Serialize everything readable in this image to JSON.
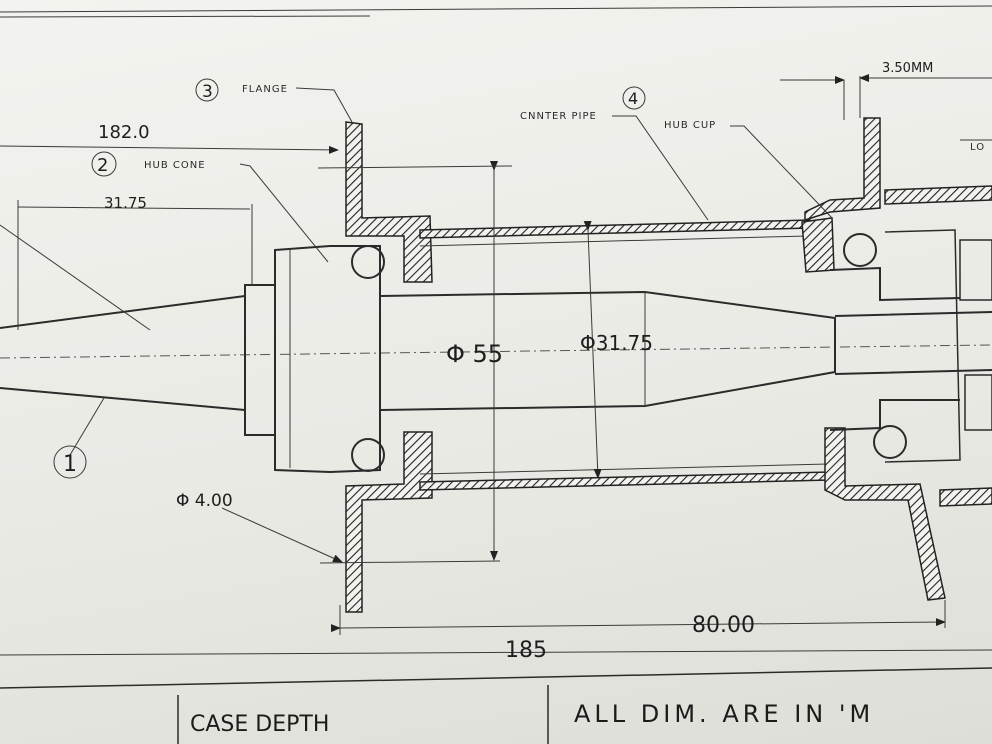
{
  "callouts": {
    "flange": {
      "num": "3",
      "text": "FLANGE"
    },
    "hub_cone": {
      "num": "2",
      "text": "HUB CONE"
    },
    "center_pipe": {
      "num": "4",
      "text": "CNNTER PIPE"
    },
    "hub_cup": {
      "text": "HUB CUP"
    },
    "part_one": {
      "num": "1"
    },
    "lo": {
      "text": "LO"
    }
  },
  "dimensions": {
    "d182": "182.0",
    "d3175_left": "31.75",
    "phi55": "Φ 55",
    "phi3175": "Φ31.75",
    "phi400": "Φ 4.00",
    "d350": "3.50MM",
    "d80": "80.00",
    "d185": "185"
  },
  "title_block": {
    "case_depth": "CASE DEPTH",
    "note": "ALL DIM. ARE IN 'M"
  },
  "colors": {
    "ink": "#2b2b2b",
    "paper": "#efefeb"
  }
}
